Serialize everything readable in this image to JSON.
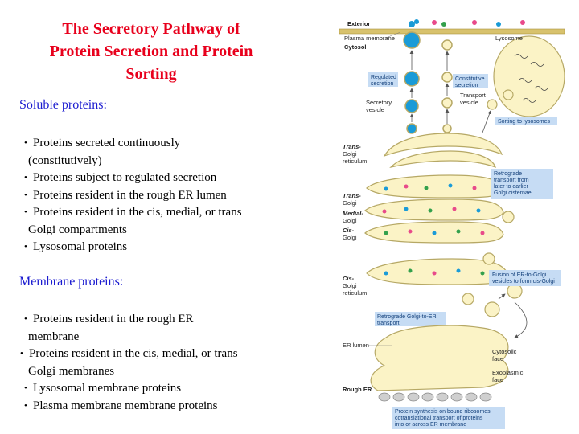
{
  "title": {
    "lines": [
      "The Secretory Pathway of",
      "Protein Secretion and Protein",
      "Sorting"
    ]
  },
  "soluble": {
    "heading": "Soluble proteins:",
    "items": [
      "Proteins secreted continuously",
      "(constitutively)",
      "Proteins subject to regulated secretion",
      "Proteins resident  in the rough ER lumen",
      "Proteins resident  in the cis, medial, or trans",
      "Golgi compartments",
      "Lysosomal proteins"
    ]
  },
  "membrane": {
    "heading": "Membrane proteins:",
    "items": [
      "Proteins resident  in the rough ER",
      "membrane",
      "Proteins resident  in the cis, medial, or trans",
      "Golgi membranes",
      "Lysosomal membrane proteins",
      "Plasma membrane membrane proteins"
    ]
  },
  "diagram": {
    "exterior": "Exterior",
    "plasma_membrane": "Plasma membrane",
    "cytosol": "Cytosol",
    "lysosome": "Lysosome",
    "regulated_secretion": [
      "Regulated",
      "secretion"
    ],
    "constitutive_secretion": [
      "Constitutive",
      "secretion"
    ],
    "transport_vesicle": [
      "Transport",
      "vesicle"
    ],
    "secretory_vesicle": [
      "Secretory",
      "vesicle"
    ],
    "sorting_to_lysosomes": "Sorting to lysosomes",
    "trans_golgi_reticulum": [
      "Trans-",
      "Golgi",
      "reticulum"
    ],
    "retrograde_transport": [
      "Retrograde",
      "transport from",
      "later to earlier",
      "Golgi cisternae"
    ],
    "trans_golgi": [
      "Trans-",
      "Golgi"
    ],
    "medial_golgi": [
      "Medial-",
      "Golgi"
    ],
    "cis_golgi": [
      "Cis-",
      "Golgi"
    ],
    "cis_golgi_reticulum": [
      "Cis-",
      "Golgi",
      "reticulum"
    ],
    "fusion_er_to_golgi": [
      "Fusion of ER-to-Golgi",
      "vesicles to form cis-Golgi"
    ],
    "retrograde_golgi_to_er": [
      "Retrograde Golgi-to-ER",
      "transport"
    ],
    "er_lumen": "ER lumen",
    "cytosolic_face": [
      "Cytosolic",
      "face"
    ],
    "exoplasmic_face": [
      "Exoplasmic",
      "face"
    ],
    "rough_er": "Rough ER",
    "protein_synthesis": [
      "Protein synthesis on bound ribosomes;",
      "cotranslational transport of proteins",
      "into or across ER membrane"
    ]
  },
  "colors": {
    "title": "#e8001c",
    "heading": "#1b1bd0",
    "organelle_fill": "#fbf3c6",
    "organelle_stroke": "#b6a865",
    "box_fill": "#c6dcf4",
    "membrane": "#d8c26d"
  }
}
